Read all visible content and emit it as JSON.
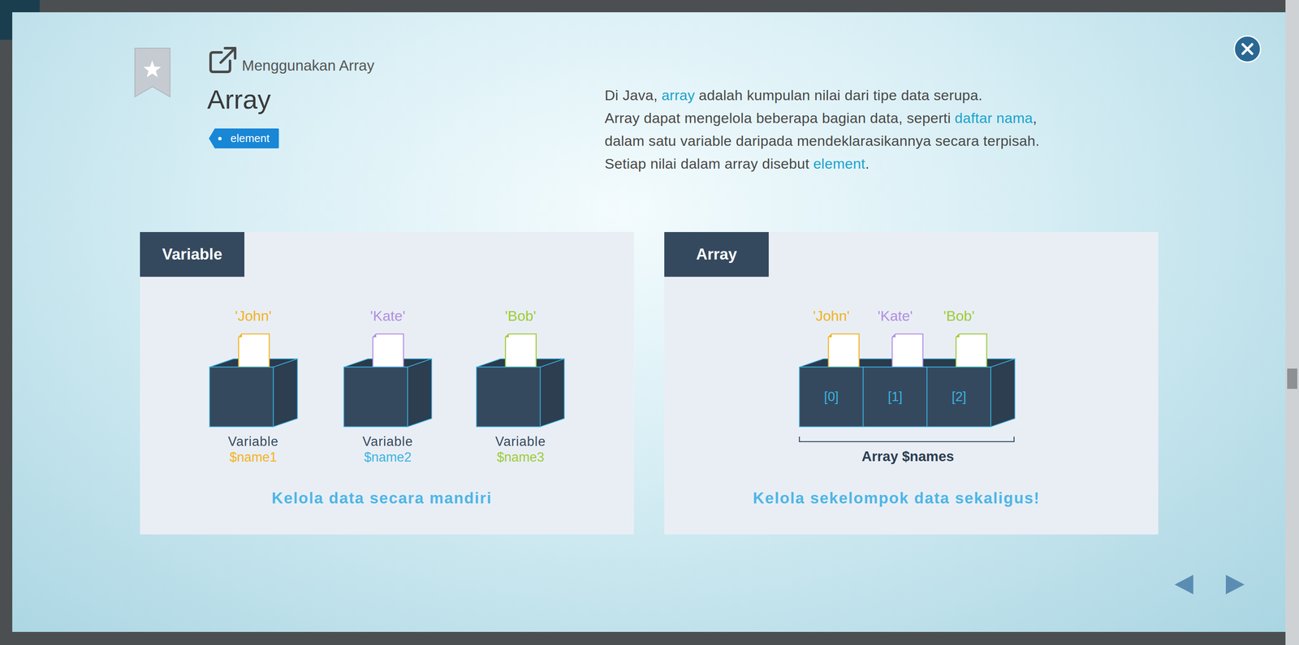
{
  "diagram": {
    "title": "Array",
    "nodes": [
      {
        "text": [
          "Variable",
          "Kelola data secara mandiri"
        ]
      },
      {
        "text": [
          "'John'",
          "Variable",
          "$name1"
        ],
        "in": 0
      },
      {
        "text": [
          "'Kate'",
          "Variable",
          "$name2"
        ],
        "in": 0
      },
      {
        "text": [
          "'Bob'",
          "Variable",
          "$name3"
        ],
        "in": 0
      },
      {
        "text": [
          "Array",
          "Array $names",
          "Kelola sekelompok data sekaligus!"
        ]
      },
      {
        "text": [
          "'John'",
          "[0]"
        ],
        "in": 4
      },
      {
        "text": [
          "'Kate'",
          "[1]"
        ],
        "in": 4
      },
      {
        "text": [
          "'Bob'",
          "[2]"
        ],
        "in": 4
      }
    ],
    "labels": [
      "Menggunakan Array",
      "element",
      "Di Java,",
      "array",
      "adalah kumpulan nilai dari tipe data serupa.",
      "Array dapat mengelola beberapa bagian data, seperti",
      "daftar nama",
      ",",
      "dalam satu variable daripada mendeklarasikannya secara terpisah.",
      "Setiap nilai dalam array disebut",
      "element",
      "."
    ]
  }
}
